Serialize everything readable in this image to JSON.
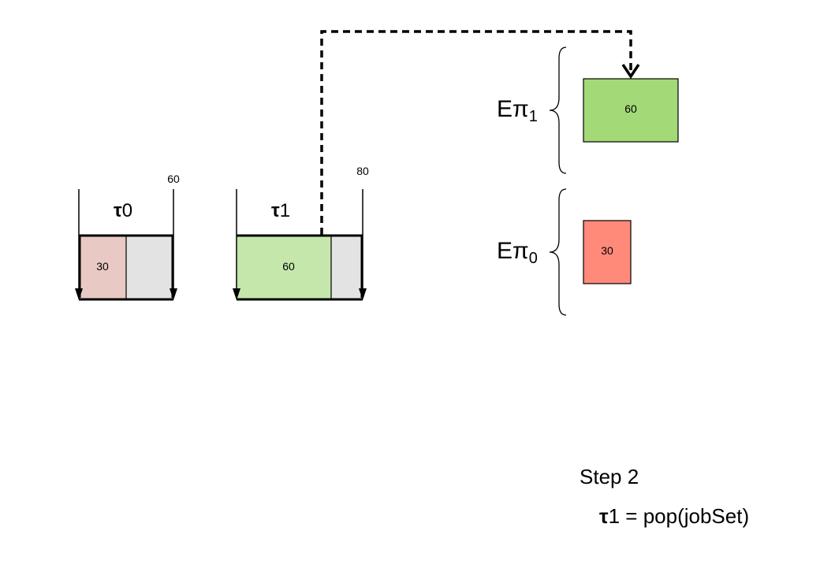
{
  "colors": {
    "task0_exec": "#e9c9c3",
    "task1_exec": "#c5e7ab",
    "slack": "#e3e3e3",
    "ep1_job": "#a4d977",
    "ep0_job": "#ff8a7a",
    "stroke": "#000000"
  },
  "tasks": [
    {
      "symbol": "τ",
      "index": "0",
      "exec": "30",
      "deadline": "60"
    },
    {
      "symbol": "τ",
      "index": "1",
      "exec": "60",
      "deadline": "80"
    }
  ],
  "partitions": [
    {
      "symbol": "Επ",
      "index": "1",
      "job": "60"
    },
    {
      "symbol": "Επ",
      "index": "0",
      "job": "30"
    }
  ],
  "step": {
    "title": "Step 2",
    "task_symbol": "τ",
    "expression": "1 = pop(jobSet)"
  }
}
